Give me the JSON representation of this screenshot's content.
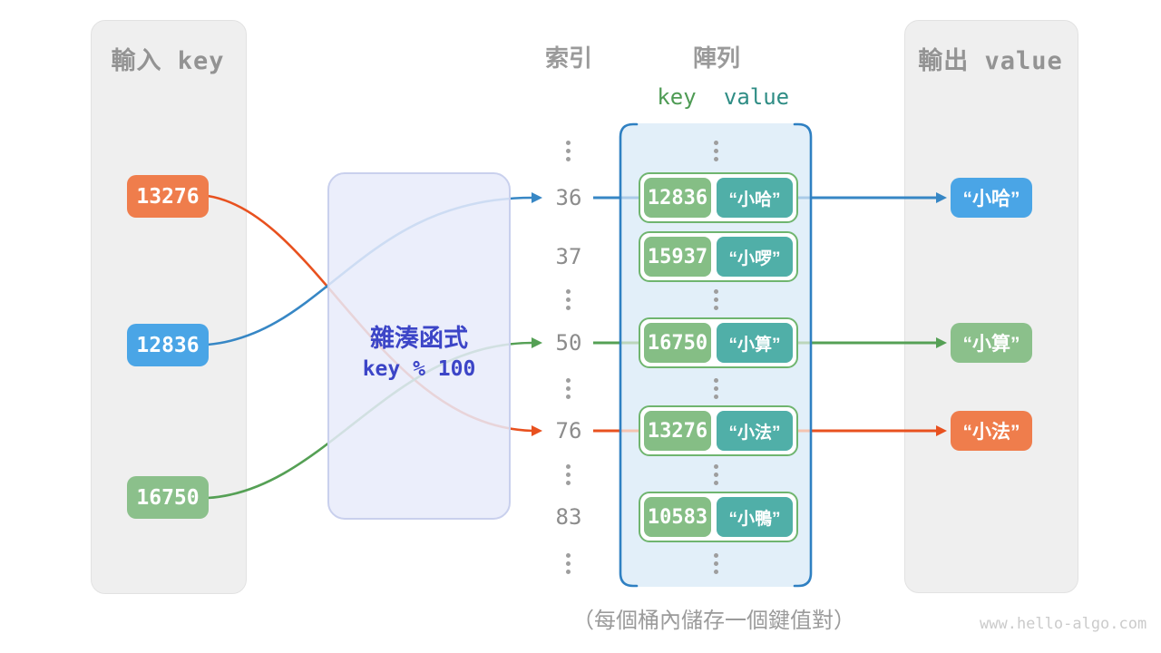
{
  "input_panel": {
    "title": "輸入 key",
    "keys": [
      {
        "label": "13276",
        "color": "#ef7d4c"
      },
      {
        "label": "12836",
        "color": "#4aa5e6"
      },
      {
        "label": "16750",
        "color": "#8bc08b"
      }
    ]
  },
  "output_panel": {
    "title": "輸出 value",
    "values": [
      {
        "label": "“小哈”",
        "color": "#4aa5e6"
      },
      {
        "label": "“小算”",
        "color": "#8bc08b"
      },
      {
        "label": "“小法”",
        "color": "#ef7d4c"
      }
    ]
  },
  "hash_box": {
    "title": "雜湊函式",
    "formula": "key % 100",
    "fill": "#e8ebf9",
    "text_color": "#3c45c7"
  },
  "columns": {
    "index_title": "索引",
    "array_title": "陣列",
    "key_header": "key",
    "value_header": "value"
  },
  "buckets": [
    {
      "index": "36",
      "key": "12836",
      "value": "“小哈”"
    },
    {
      "index": "37",
      "key": "15937",
      "value": "“小啰”"
    },
    {
      "index": "50",
      "key": "16750",
      "value": "“小算”"
    },
    {
      "index": "76",
      "key": "13276",
      "value": "“小法”"
    },
    {
      "index": "83",
      "key": "10583",
      "value": "“小鴨”"
    }
  ],
  "caption": "（每個桶內儲存一個鍵值對）",
  "watermark": "www.hello-algo.com",
  "colors": {
    "line_blue": "#3787c5",
    "line_green": "#55a055",
    "line_orange": "#e8511f",
    "bracket_blue": "#2f80c2",
    "array_fill": "#e2eff9",
    "pair_border_green": "#6fb56f",
    "key_green": "#85be85",
    "value_teal": "#50afa8"
  }
}
